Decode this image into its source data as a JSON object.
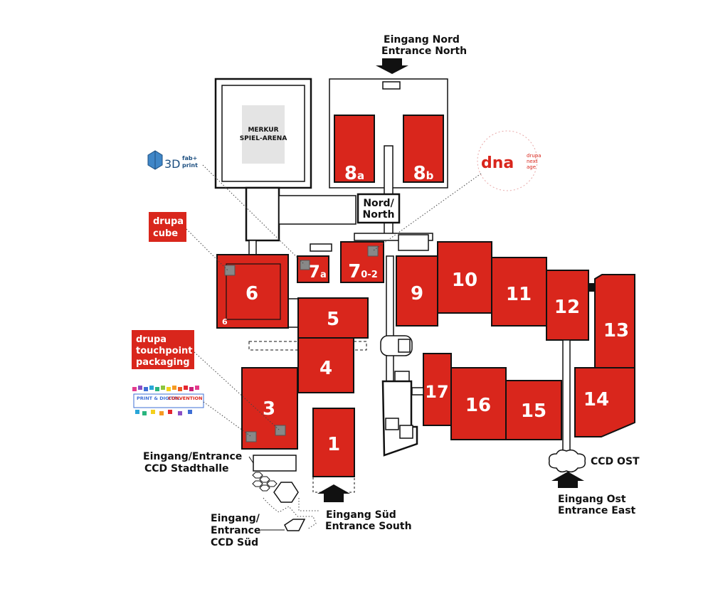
{
  "halls": {
    "h1": "1",
    "h3": "3",
    "h4": "4",
    "h5": "5",
    "h6": "6",
    "h6_sub": "6",
    "h7a_main": "7",
    "h7a_sub": "a",
    "h7_main": "7",
    "h7_sub": "0-2",
    "h8a_main": "8",
    "h8a_sub": "a",
    "h8b_main": "8",
    "h8b_sub": "b",
    "h9": "9",
    "h10": "10",
    "h11": "11",
    "h12": "12",
    "h13": "13",
    "h14": "14",
    "h15": "15",
    "h16": "16",
    "h17": "17"
  },
  "arena": {
    "line1": "MERKUR",
    "line2": "SPIEL-ARENA"
  },
  "nord_box": {
    "line1": "Nord/",
    "line2": "North"
  },
  "entrances": {
    "north": {
      "line1": "Eingang Nord",
      "line2": "Entrance North"
    },
    "south": {
      "line1": "Eingang Süd",
      "line2": "Entrance South"
    },
    "east": {
      "line1": "Eingang Ost",
      "line2": "Entrance East"
    },
    "ccd_stadthalle": {
      "line1": "Eingang/Entrance",
      "line2": "CCD Stadthalle"
    },
    "ccd_sued": {
      "line1": "Eingang/",
      "line2": "Entrance",
      "line3": "CCD Süd"
    },
    "ccd_ost": "CCD OST"
  },
  "features": {
    "fabprint": {
      "prefix": "3D",
      "top": "fab+",
      "bottom": "print"
    },
    "dna": {
      "main": "dna",
      "small1": "drupa",
      "small2": "next",
      "small3": "age"
    },
    "cube": {
      "line1": "drupa",
      "line2": "cube"
    },
    "touchpoint": {
      "line1": "drupa",
      "line2": "touchpoint",
      "line3": "packaging"
    },
    "convention": {
      "line1": "PRINT & DIGITAL",
      "line2": "CONVENTION"
    }
  },
  "colors": {
    "hall_red": "#d9261c",
    "outline": "#111111",
    "marker_gray": "#888888"
  }
}
